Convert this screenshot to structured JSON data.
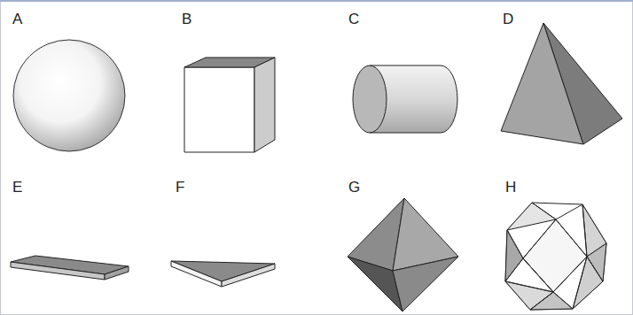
{
  "diagram": {
    "labels": [
      "A",
      "B",
      "C",
      "D",
      "E",
      "F",
      "G",
      "H"
    ]
  }
}
